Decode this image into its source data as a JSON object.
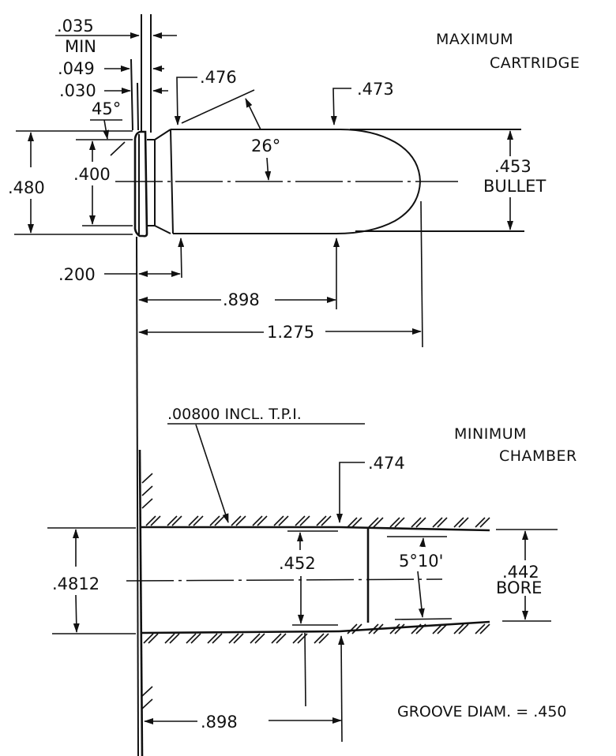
{
  "colors": {
    "ink": "#111111",
    "paper": "#ffffff"
  },
  "cartridge": {
    "title_line1": "MAXIMUM",
    "title_line2": "CARTRIDGE",
    "dims": {
      "rim_thickness_min": ".035",
      "rim_thickness_min_label": "MIN",
      "groove_width": ".049",
      "bevel_width": ".030",
      "bevel_angle": "45°",
      "rim_diameter": ".480",
      "groove_diameter": ".400",
      "base_diameter": ".476",
      "shoulder_angle": "26°",
      "mouth_diameter": ".473",
      "bullet_diameter": ".453",
      "bullet_label": "BULLET",
      "base_to_body": ".200",
      "case_length": ".898",
      "overall_length": "1.275"
    }
  },
  "chamber": {
    "title_line1": "MINIMUM",
    "title_line2": "CHAMBER",
    "dims": {
      "tolerance_note": ".00800 INCL. T.P.I.",
      "mouth_diameter": ".474",
      "rear_diameter": ".4812",
      "front_diameter": ".452",
      "throat_angle": "5°10'",
      "bore_diameter": ".442",
      "bore_label": "BORE",
      "chamber_length": ".898"
    },
    "groove_note": "GROOVE DIAM. = .450"
  }
}
